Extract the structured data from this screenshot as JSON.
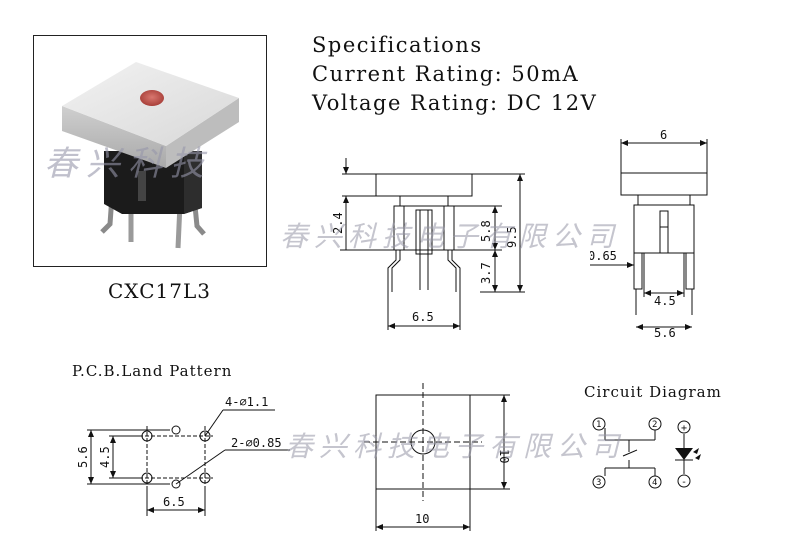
{
  "specifications": {
    "heading": "Specifications",
    "current_rating": "Current Rating: 50mA",
    "voltage_rating": "Voltage Rating: DC 12V"
  },
  "product": {
    "model": "CXC17L3",
    "indicator_color": "#c0504d"
  },
  "side_view": {
    "dims": {
      "d1": "2.4",
      "d2": "5.8",
      "d3": "3.7",
      "d4": "9.5",
      "d5": "6.5"
    }
  },
  "front_view": {
    "dims": {
      "top": "6",
      "left": "0.65",
      "mid": "4.5",
      "bottom": "5.6"
    }
  },
  "pcb": {
    "title": "P.C.B.Land Pattern",
    "holes_4": "4-⌀1.1",
    "holes_2": "2-⌀0.85",
    "dim_outer": "5.6",
    "dim_inner": "4.5",
    "dim_bottom": "6.5"
  },
  "top_view": {
    "dim_right": "10",
    "dim_bottom": "10"
  },
  "circuit": {
    "title": "Circuit Diagram",
    "pins": [
      "1",
      "2",
      "3",
      "4"
    ],
    "led_plus": "+",
    "led_minus": "-"
  },
  "watermark": "春兴科技电子有限公司",
  "photo_watermark": "春兴科技"
}
